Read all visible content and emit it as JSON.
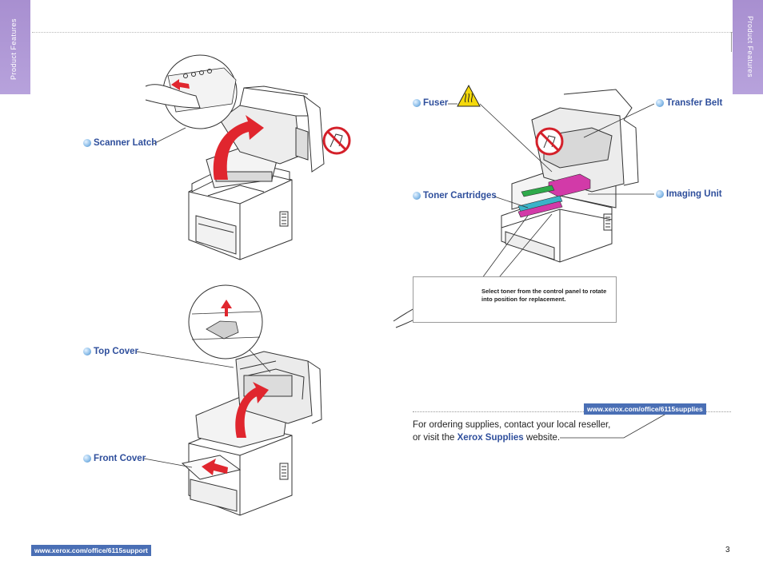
{
  "side_tabs": {
    "left": "Product Features",
    "right": "Product Features"
  },
  "callouts": {
    "scanner_latch": "Scanner Latch",
    "top_cover": "Top Cover",
    "front_cover": "Front Cover",
    "fuser": "Fuser",
    "toner_cartridges": "Toner Cartridges",
    "transfer_belt": "Transfer Belt",
    "imaging_unit": "Imaging Unit"
  },
  "note": "Select toner from the control panel to rotate into position for replacement.",
  "ordering": {
    "url": "www.xerox.com/office/6115supplies",
    "line1": "For ordering supplies, contact your local reseller,",
    "line2_prefix": "or visit the",
    "link_label": "Xerox Supplies",
    "line2_suffix": "website."
  },
  "footer": {
    "support_url": "www.xerox.com/office/6115support",
    "page_number": "3"
  },
  "colors": {
    "accent": "#2f4f9c",
    "tab": "#b09ad6",
    "arrow": "#e0262e",
    "toner": "#d23aa8"
  },
  "icons": [
    "no-touch-icon",
    "hot-surface-warning-icon",
    "control-panel-dial-icon"
  ]
}
